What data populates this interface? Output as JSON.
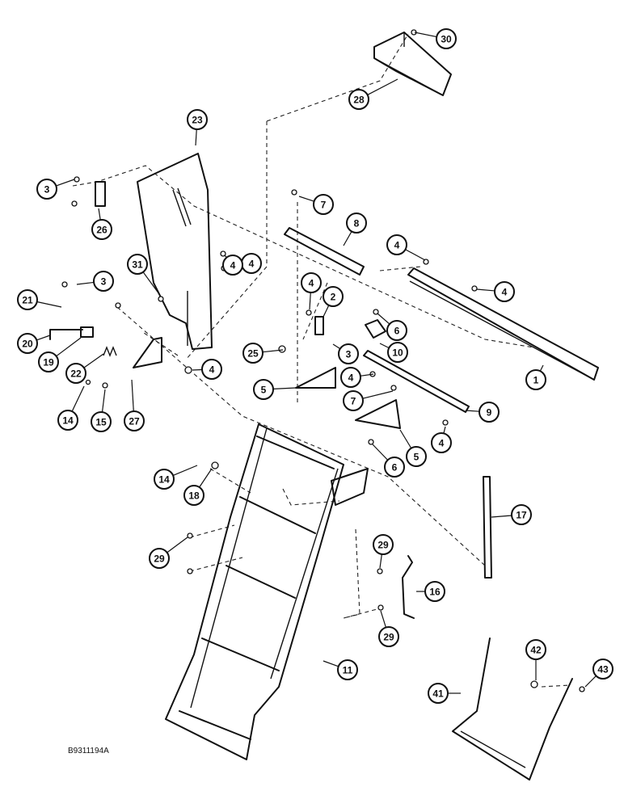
{
  "drawing_code": "B9311194A",
  "callout_labels": [
    "30",
    "28",
    "23",
    "3",
    "26",
    "7",
    "8",
    "4",
    "31",
    "4",
    "4",
    "21",
    "3",
    "4",
    "2",
    "25",
    "20",
    "19",
    "22",
    "3",
    "10",
    "6",
    "1",
    "4",
    "14",
    "15",
    "27",
    "5",
    "7",
    "9",
    "4",
    "5",
    "6",
    "14",
    "18",
    "17",
    "29",
    "29",
    "16",
    "29",
    "11",
    "42",
    "43",
    "41",
    "4",
    "4"
  ]
}
